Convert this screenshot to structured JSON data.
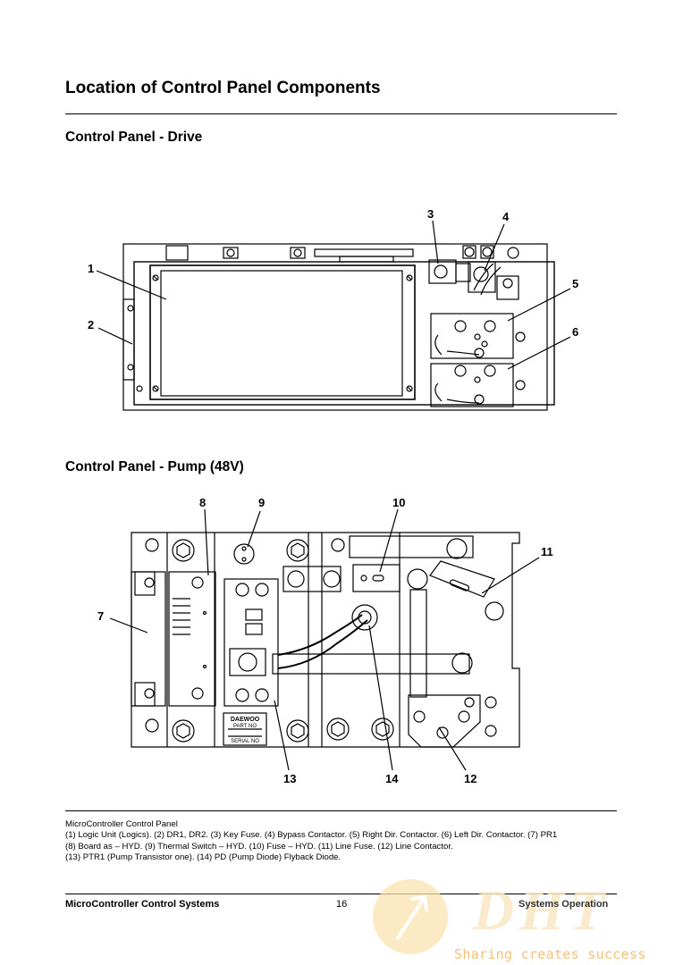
{
  "page": {
    "title": "Location of Control Panel Components",
    "section_drive": "Control Panel - Drive",
    "section_pump": "Control Panel - Pump (48V)"
  },
  "diagram_drive": {
    "callouts": [
      "1",
      "2",
      "3",
      "4",
      "5",
      "6"
    ]
  },
  "diagram_pump": {
    "callouts": [
      "7",
      "8",
      "9",
      "10",
      "11",
      "12",
      "13",
      "14"
    ],
    "label_brand": "DAEWOO",
    "label_part": "PART NO",
    "label_serial": "SERIAL NO"
  },
  "caption": {
    "lines": [
      "MicroController Control Panel",
      "(1) Logic Unit (Logics).  (2) DR1, DR2.  (3) Key Fuse.  (4) Bypass Contactor.  (5) Right Dir. Contactor.  (6) Left Dir. Contactor. (7) PR1",
      "(8) Board as – HYD.  (9) Thermal Switch – HYD.  (10) Fuse – HYD.  (11) Line Fuse.  (12) Line Contactor.",
      "(13) PTR1 (Pump Transistor one).  (14) PD (Pump Diode) Flyback Diode."
    ]
  },
  "footer": {
    "left": "MicroController Control Systems",
    "page_number": "16",
    "right": "Systems Operation"
  },
  "watermark": {
    "logo_text": "DHT",
    "tagline": "Sharing creates success"
  }
}
